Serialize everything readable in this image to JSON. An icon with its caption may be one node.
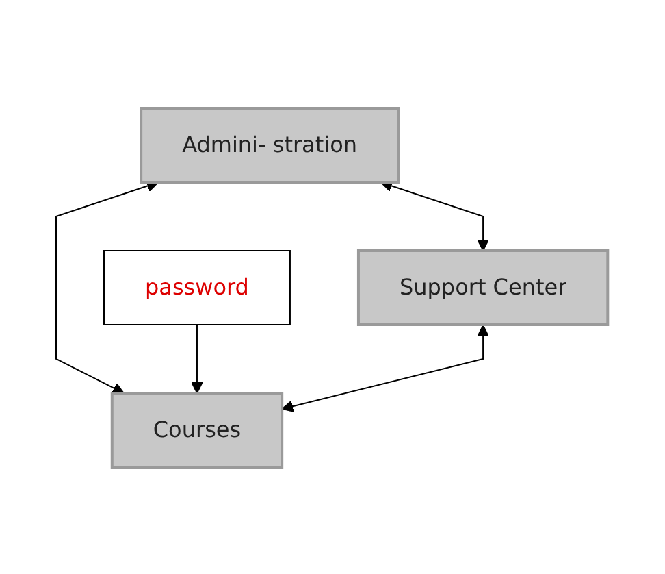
{
  "diagram": {
    "nodes": [
      {
        "text": [
          "Admini- stration"
        ]
      },
      {
        "text": [
          "password"
        ]
      },
      {
        "text": [
          "Support Center"
        ]
      },
      {
        "text": [
          "Courses"
        ]
      }
    ],
    "edges": [
      {
        "from": 0,
        "to": 2,
        "arrow": "both"
      },
      {
        "from": 0,
        "to": 3,
        "arrow": "both"
      },
      {
        "from": 1,
        "to": 3,
        "arrow": "to"
      },
      {
        "from": 2,
        "to": 3,
        "arrow": "both"
      }
    ]
  }
}
